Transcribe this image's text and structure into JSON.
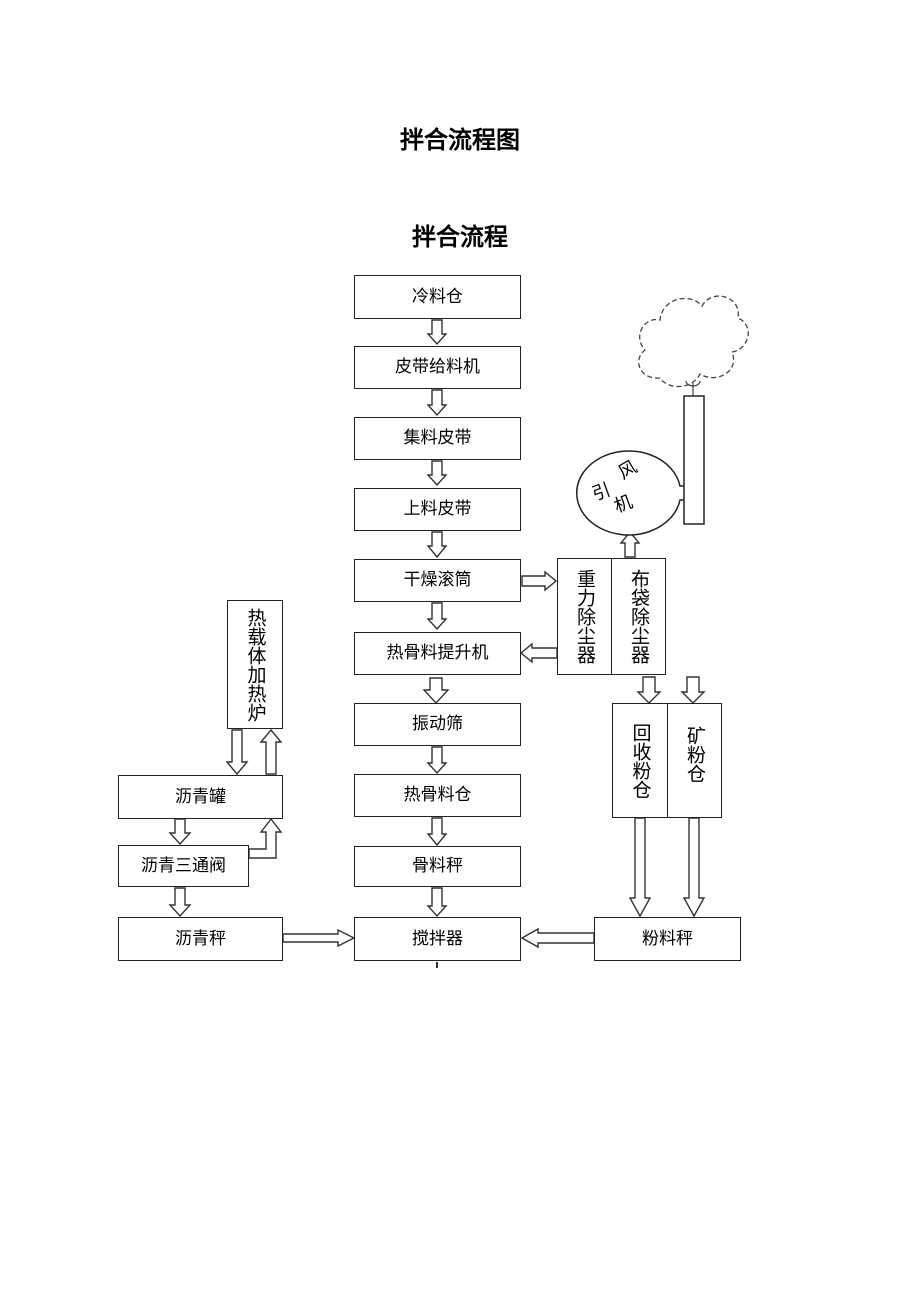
{
  "document_title": "拌合流程图",
  "diagram_title": "拌合流程",
  "main_column": {
    "cold_bin": "冷料仓",
    "belt_feeder": "皮带给料机",
    "collecting_belt": "集料皮带",
    "loading_belt": "上料皮带",
    "drying_drum": "干燥滚筒",
    "hot_aggregate_elevator": "热骨料提升机",
    "vibrating_screen": "振动筛",
    "hot_aggregate_bin": "热骨料仓",
    "aggregate_scale": "骨料秤",
    "mixer": "搅拌器"
  },
  "dust_system": {
    "gravity_collector": "重力除尘器",
    "bag_filter": "布袋除尘器",
    "induced_fan_1": "引",
    "induced_fan_2": "风",
    "induced_fan_3": "机",
    "recovered_powder_bin": "回收粉仓",
    "mineral_powder_bin": "矿粉仓",
    "powder_scale": "粉料秤"
  },
  "asphalt_system": {
    "heat_carrier_furnace": "热载体加热炉",
    "asphalt_tank": "沥青罐",
    "three_way_valve": "沥青三通阀",
    "asphalt_scale": "沥青秤"
  }
}
